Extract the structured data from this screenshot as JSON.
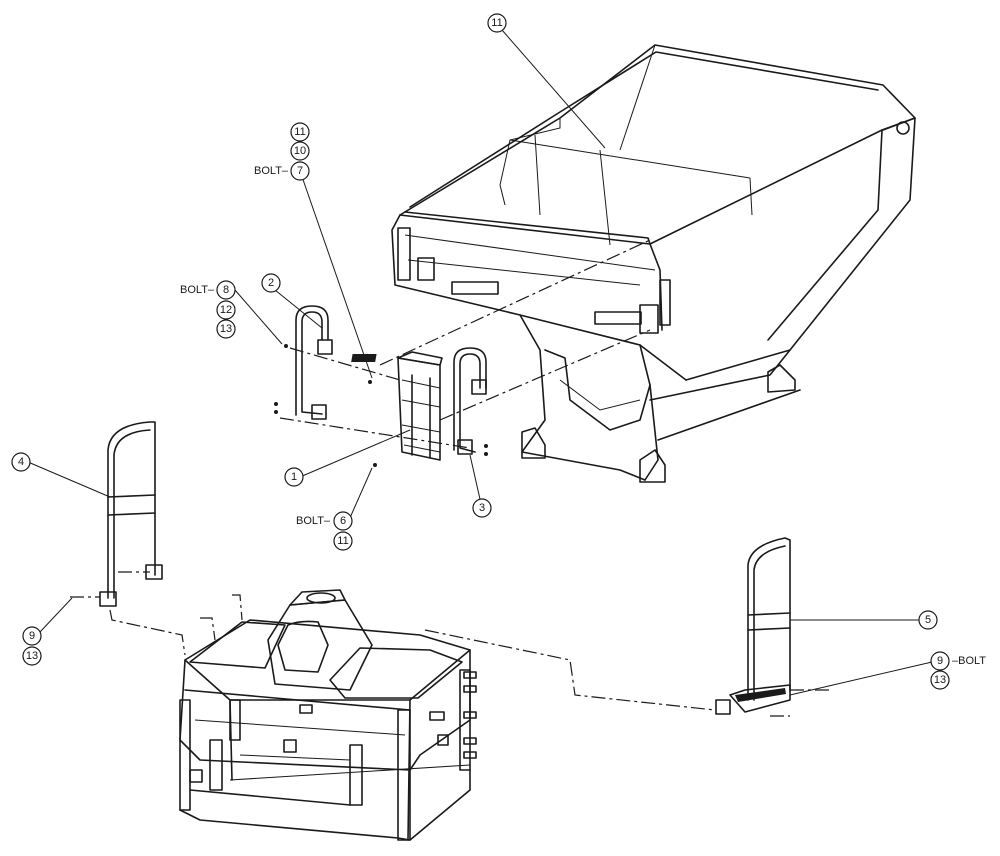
{
  "callouts": {
    "c11_hopper": "11",
    "c11_stack_top": "11",
    "c10": "10",
    "c7": "7",
    "c8": "8",
    "c12": "12",
    "c13_top": "13",
    "c2": "2",
    "c4": "4",
    "c1": "1",
    "c3": "3",
    "c6": "6",
    "c11_bottom": "11",
    "c9_left": "9",
    "c13_left": "13",
    "c5": "5",
    "c9_right": "9",
    "c13_right": "13"
  },
  "bolt_labels": {
    "bolt_7": "BOLT–",
    "bolt_8": "BOLT–",
    "bolt_6": "BOLT–",
    "bolt_9": "–BOLT"
  }
}
